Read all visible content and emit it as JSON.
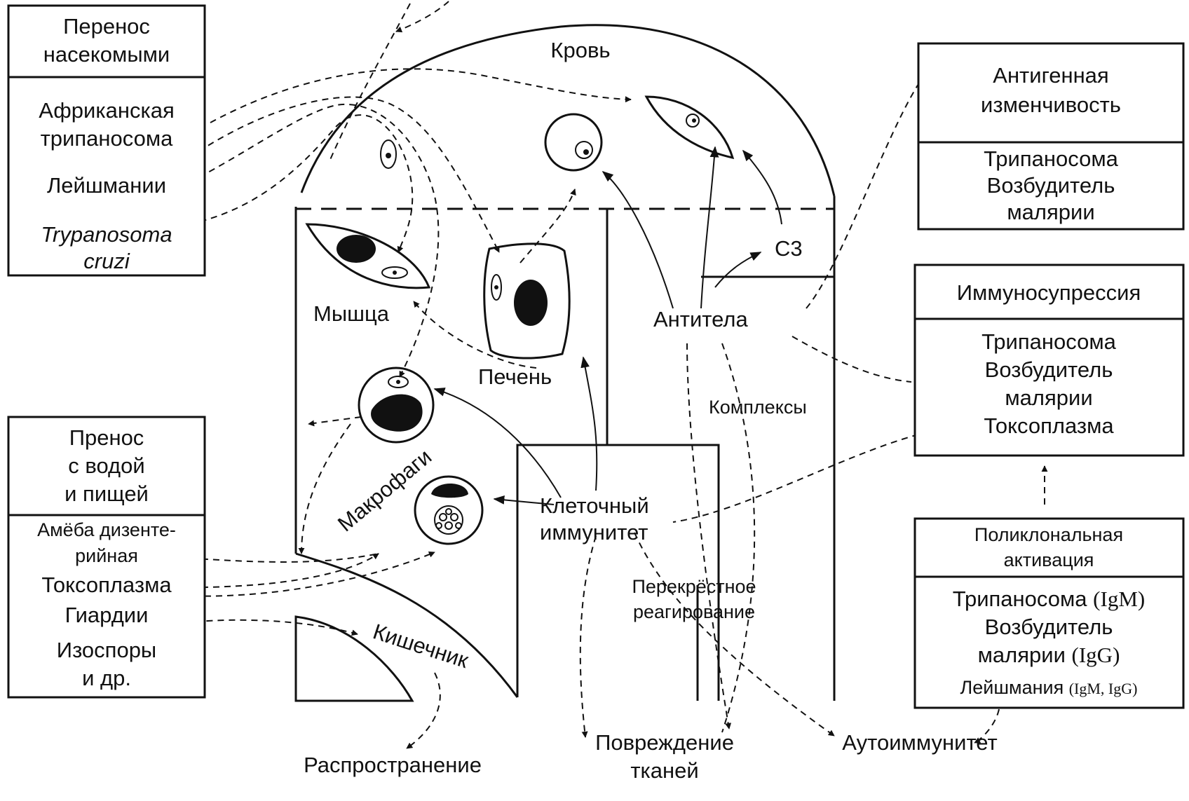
{
  "regions": {
    "blood": "Кровь",
    "muscle": "Мышца",
    "liver": "Печень",
    "macrophages": "Макрофаги",
    "intestine": "Кишечник",
    "c3": "С3",
    "antibodies": "Антитела",
    "complexes": "Комплексы",
    "cellular_immunity": [
      "Клеточный",
      "иммунитет"
    ],
    "cross_reaction": [
      "Перекрёстное",
      "реагирование"
    ]
  },
  "outcomes": {
    "spread": "Распространение",
    "tissue_damage": [
      "Повреждение",
      "тканей"
    ],
    "autoimmunity": "Аутоиммунитет"
  },
  "boxes": {
    "insects": {
      "header": [
        "Перенос",
        "насекомыми"
      ],
      "items": [
        "Африканская",
        "трипаносома",
        "Лейшмании"
      ],
      "italic_item": [
        "Trypanosoma",
        "cruzi"
      ]
    },
    "water_food": {
      "header": [
        "Пренос",
        "с водой",
        "и пищей"
      ],
      "items": [
        "Амёба дизенте-",
        "рийная",
        "Токсоплазма",
        "Гиардии",
        "Изоспоры",
        "и др."
      ]
    },
    "antigenic_variation": {
      "header": [
        "Антигенная",
        "изменчивость"
      ],
      "items": [
        "Трипаносома",
        "Возбудитель",
        "малярии"
      ]
    },
    "immunosuppression": {
      "header": "Иммуносупрессия",
      "items": [
        "Трипаносома",
        "Возбудитель",
        "малярии",
        "Токсоплазма"
      ]
    },
    "polyclonal": {
      "header": [
        "Поликлональная",
        "активация"
      ],
      "items": [
        {
          "text": "Трипаносома ",
          "note": "(IgM)"
        },
        {
          "text": "Возбудитель",
          "note": ""
        },
        {
          "text": "малярии ",
          "note": "(IgG)"
        },
        {
          "text": "Лейшмания ",
          "note": "(IgM, IgG)"
        }
      ]
    }
  },
  "icons": [
    "blood-parasite-icon",
    "infected-cell-icon",
    "muscle-cell-icon",
    "liver-cell-icon",
    "macrophage-icon",
    "cyst-icon",
    "free-parasite-icon"
  ]
}
